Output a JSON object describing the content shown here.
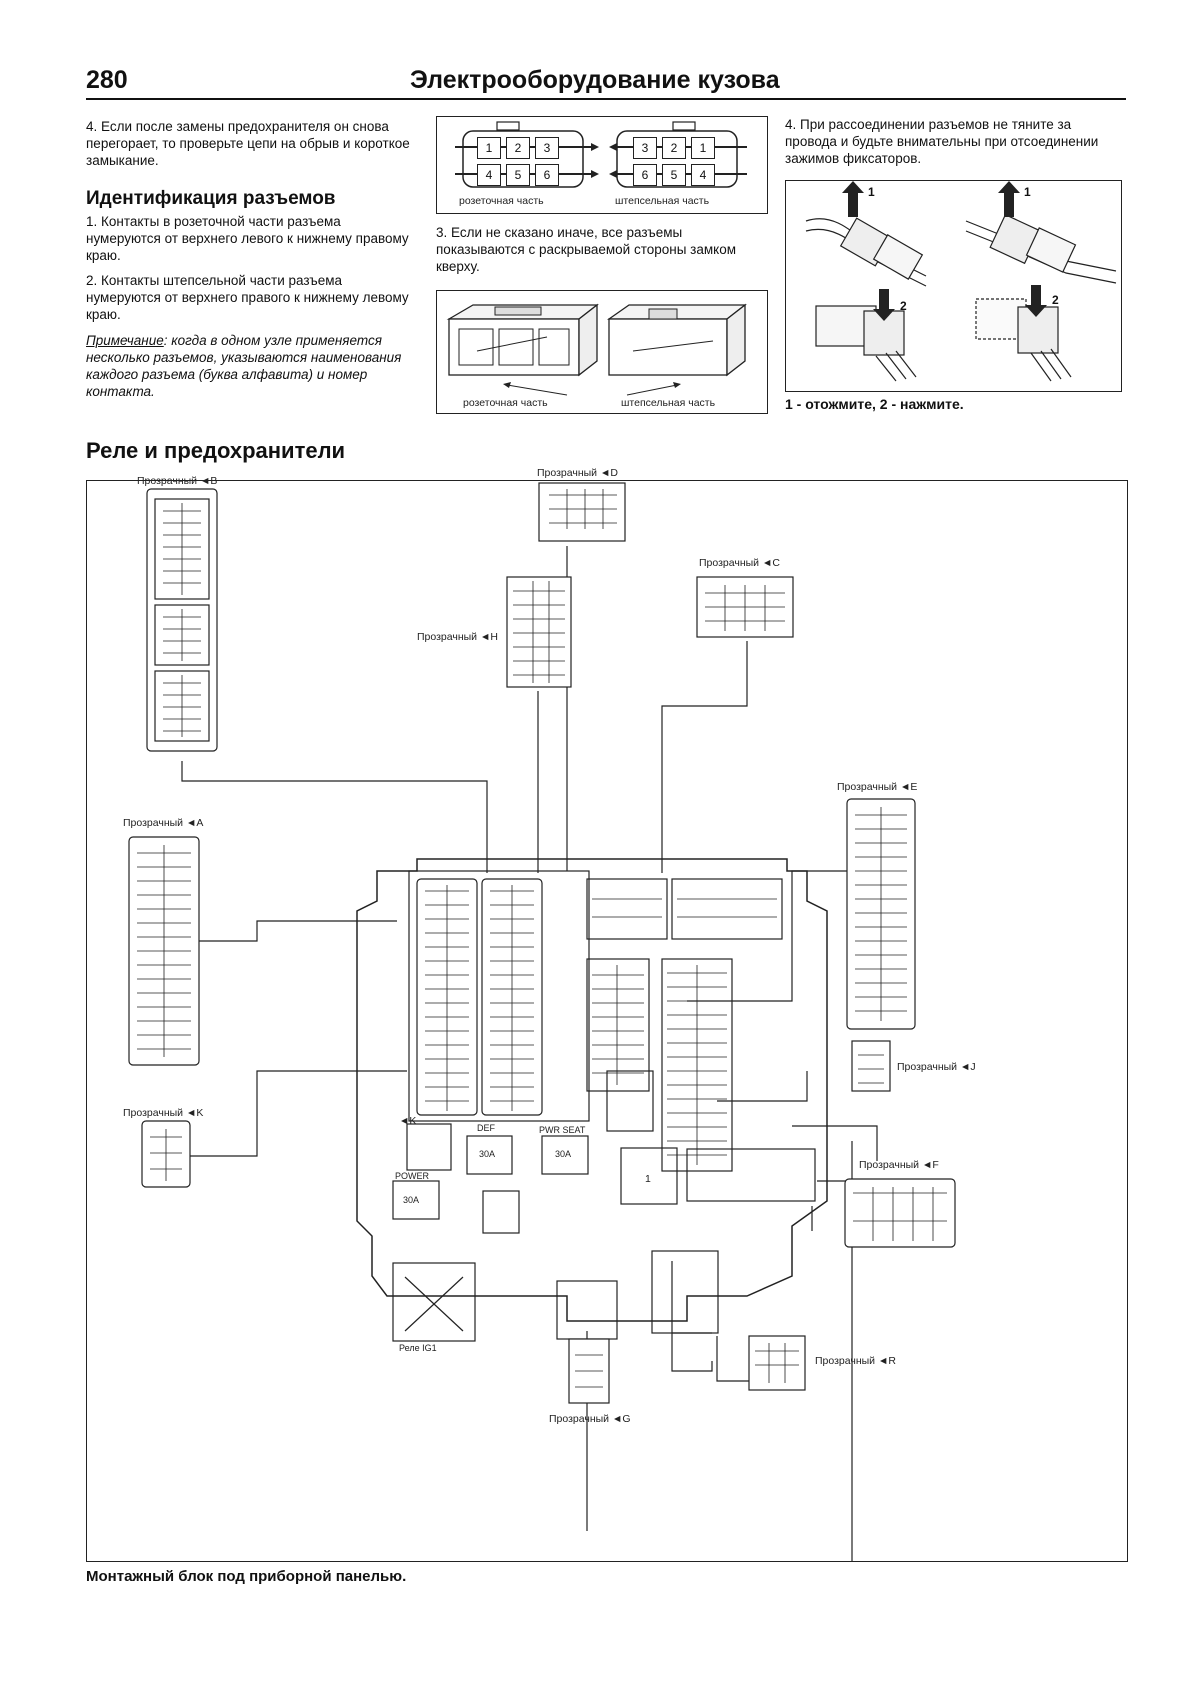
{
  "header": {
    "page_number": "280",
    "title": "Электрооборудование кузова"
  },
  "left_column": {
    "para4": "4. Если после замены предохранителя он снова перегорает, то проверьте цепи на обрыв и короткое замыкание.",
    "heading": "Идентификация разъемов",
    "item1": "1. Контакты в розеточной части разъема нумеруются от верхнего левого к нижнему правому краю.",
    "item2": "2. Контакты штепсельной части разъема нумеруются от верхнего правого к нижнему левому краю.",
    "note_label": "Примечание",
    "note_text": ": когда в одном узле применяется несколько разъемов, указываются наименования каждого разъема (буква алфавита) и номер контакта."
  },
  "middle_column": {
    "socket_pins_top": [
      "1",
      "2",
      "3"
    ],
    "socket_pins_bottom": [
      "4",
      "5",
      "6"
    ],
    "plug_pins_top": [
      "3",
      "2",
      "1"
    ],
    "plug_pins_bottom": [
      "6",
      "5",
      "4"
    ],
    "socket_caption": "розеточная часть",
    "plug_caption": "штепсельная часть",
    "para3": "3. Если не сказано иначе, все разъемы показываются с раскрываемой стороны замком кверху.",
    "socket_caption2": "розеточная часть",
    "plug_caption2": "штепсельная часть"
  },
  "right_column": {
    "para4": "4. При рассоединении разъемов не тяните за провода и будьте внимательны при отсоединении зажимов фиксаторов.",
    "marker_1a": "1",
    "marker_1b": "1",
    "marker_2a": "2",
    "marker_2b": "2",
    "legend": "1 - отожмите, 2 - нажмите."
  },
  "section": {
    "heading": "Реле и предохранители"
  },
  "diagram": {
    "prozr": "Прозрачный",
    "connectors": [
      "B",
      "D",
      "C",
      "H",
      "E",
      "A",
      "K",
      "J",
      "F",
      "R",
      "G"
    ],
    "fuse_def": "DEF",
    "fuse_def_amp": "30A",
    "fuse_pwr_seat": "PWR SEAT",
    "fuse_pwr_seat_amp": "30A",
    "fuse_power": "POWER",
    "fuse_power_amp": "30A",
    "relay_label": "Реле IG1",
    "g_pin": "1"
  },
  "bottom_caption": "Монтажный блок под приборной панелью."
}
